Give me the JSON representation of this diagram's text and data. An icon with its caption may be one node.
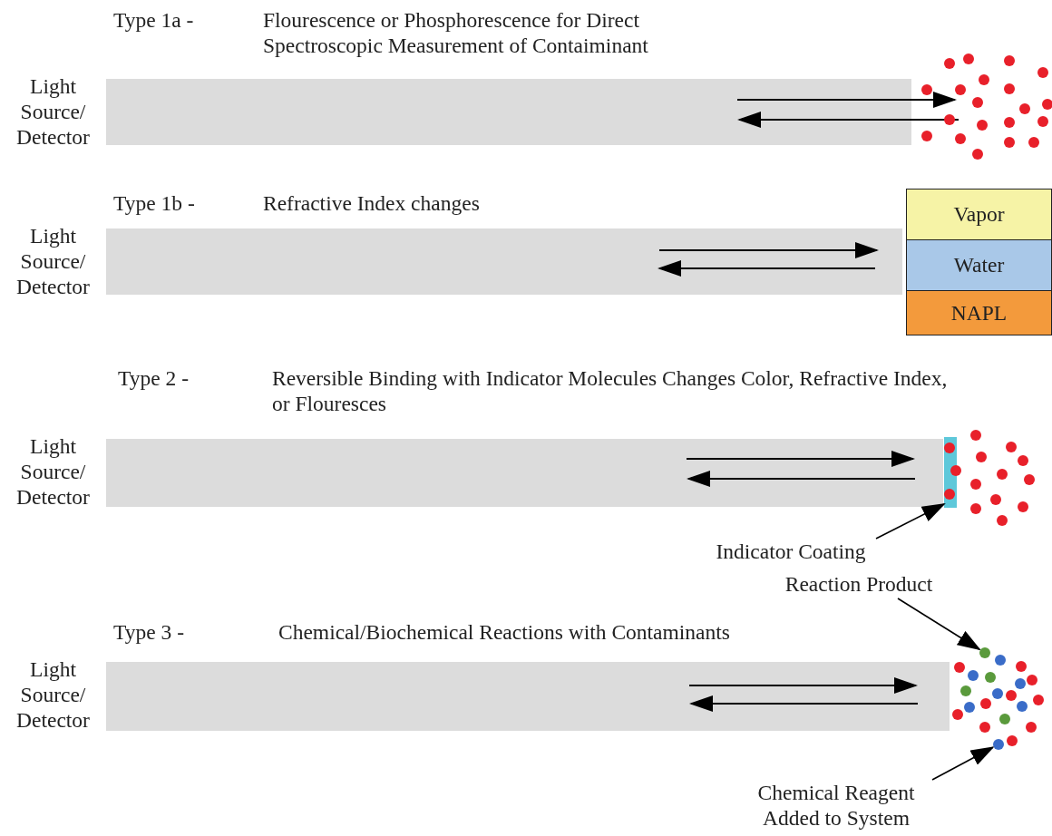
{
  "diagram": {
    "nodes": [
      {
        "text": [],
        "shape": "bar",
        "beside": [
          "Light Source/ Detector"
        ]
      },
      {
        "text": [],
        "shape": "bar",
        "beside": [
          "Light Source/ Detector"
        ]
      },
      {
        "text": [
          "Vapor"
        ]
      },
      {
        "text": [
          "Water"
        ]
      },
      {
        "text": [
          "NAPL"
        ]
      },
      {
        "text": [],
        "shape": "bar",
        "beside": [
          "Light Source/ Detector"
        ]
      },
      {
        "text": [],
        "shape": "bar"
      },
      {
        "text": [
          "Indicator Coating"
        ]
      },
      {
        "text": [],
        "shape": "bar",
        "beside": [
          "Light Source/ Detector"
        ]
      },
      {
        "text": [
          "Reaction Product"
        ]
      },
      {
        "text": [],
        "shape": "circle"
      },
      {
        "text": [
          "Chemical Reagent Added to System"
        ]
      },
      {
        "text": [],
        "shape": "circle"
      }
    ],
    "edges": [
      {
        "from": 7,
        "to": 6,
        "arrow": "to"
      },
      {
        "from": 9,
        "to": 10,
        "arrow": "to"
      },
      {
        "from": 11,
        "to": 12,
        "arrow": "to"
      }
    ],
    "labels": [
      "Type 1a -",
      "Flourescence or Phosphorescence for Direct Spectroscopic Measurement of Contaiminant",
      "Type 1b -",
      "Refractive Index changes",
      "Type 2 -",
      "Reversible Binding with Indicator Molecules Changes Color, Refractive Index, or Flouresces",
      "Type 3 -",
      "Chemical/Biochemical Reactions with Contaminants"
    ]
  }
}
